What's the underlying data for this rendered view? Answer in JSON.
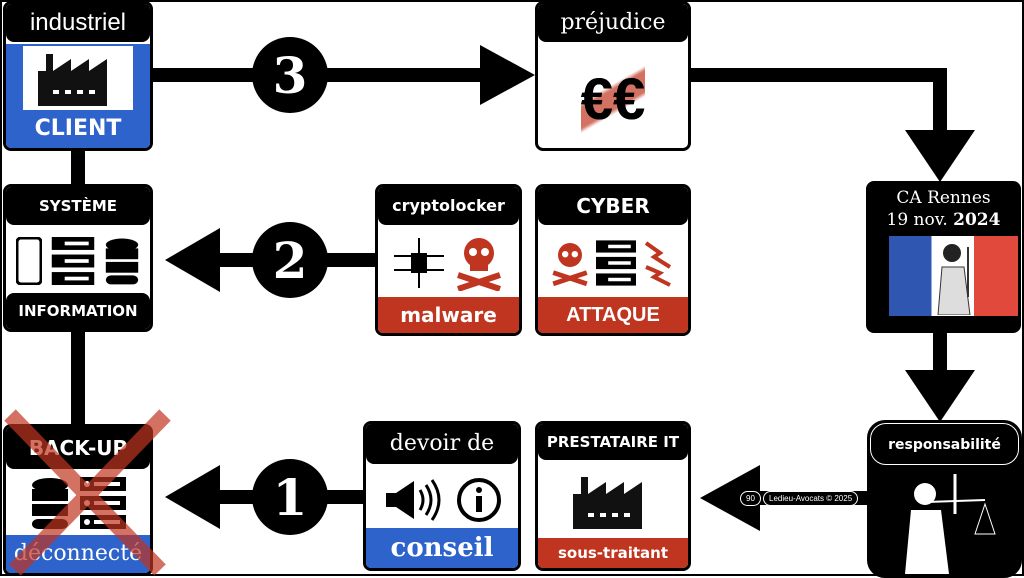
{
  "colors": {
    "blue": "#2e63cc",
    "red": "#c0351f",
    "black": "#000000"
  },
  "client": {
    "title": "industriel",
    "label": "CLIENT",
    "icon": "factory-icon"
  },
  "step3": "3",
  "step2": "2",
  "step1": "1",
  "prejudice": {
    "title": "préjudice",
    "symbol": "€€",
    "icon": "euro-icon"
  },
  "court": {
    "line1": "CA Rennes",
    "line2": "19 nov.",
    "year": "2024",
    "icon": "lady-justice-icon"
  },
  "responsabilite": {
    "title": "responsabilité",
    "icon": "lady-justice-icon"
  },
  "footer": {
    "page": "90",
    "credit": "Ledieu-Avocats © 2025"
  },
  "prestataire": {
    "title": "PRESTATAIRE IT",
    "label": "sous-traitant",
    "icon": "factory-icon"
  },
  "conseil": {
    "title": "devoir de",
    "label": "conseil",
    "icon": "megaphone-info-icon"
  },
  "backup": {
    "title": "BACK-UP",
    "label": "déconnecté",
    "icon": "database-server-icon"
  },
  "systeme": {
    "title": "SYSTÈME",
    "label": "INFORMATION",
    "icon": "devices-icon"
  },
  "crypto": {
    "title": "cryptolocker",
    "label": "malware",
    "icon": "skull-chip-icon"
  },
  "cyber": {
    "title": "CYBER",
    "label": "ATTAQUE",
    "icon": "skull-server-icon"
  }
}
